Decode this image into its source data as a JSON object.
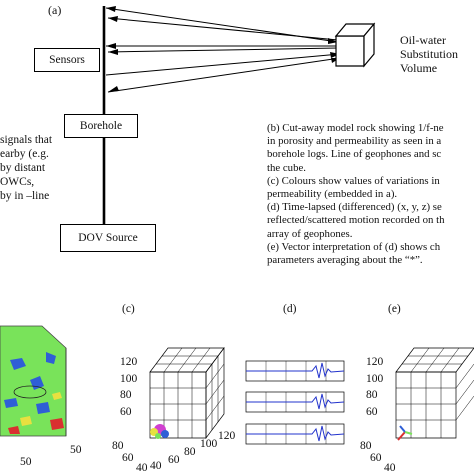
{
  "top": {
    "panel_label": "(a)",
    "sensors_label": "Sensors",
    "borehole_label": "Borehole",
    "source_label": "DOV Source",
    "volume_label": [
      "Oil-water",
      "Substitution",
      "Volume"
    ]
  },
  "left_text": [
    "signals that",
    "earby (e.g.",
    "by distant",
    "OWCs,",
    "by in –line"
  ],
  "caption": [
    "(b) Cut-away model rock showing 1/f-ne",
    "in porosity and permeability as seen in a",
    "borehole logs. Line of geophones and sc",
    "the cube.",
    "(c) Colours show values of variations in",
    "permeability (embedded in a).",
    "(d) Time-lapsed (differenced) (x, y, z) se",
    "reflected/scattered motion recorded on th",
    "array of geophones.",
    "(e) Vector interpretation of (d) shows ch",
    "parameters averaging  about the “*”."
  ],
  "bottom": {
    "b_ticks": [
      "50",
      "50"
    ],
    "c_label": "(c)",
    "c_zticks": [
      "120",
      "100",
      "80",
      "60"
    ],
    "c_xticks": [
      "40",
      "60",
      "80",
      "100",
      "120"
    ],
    "c_yticks": [
      "80",
      "60",
      "40"
    ],
    "d_label": "(d)",
    "e_label": "(e)",
    "e_zticks": [
      "120",
      "100",
      "80",
      "60"
    ],
    "e_yticks": [
      "80",
      "60",
      "40"
    ]
  },
  "colors": {
    "line": "#000000",
    "rock_green": "#79e35a",
    "rock_blue": "#2f5fd6",
    "rock_red": "#d93030",
    "rock_yellow": "#e8e040",
    "trace_blue": "#2233cc"
  }
}
